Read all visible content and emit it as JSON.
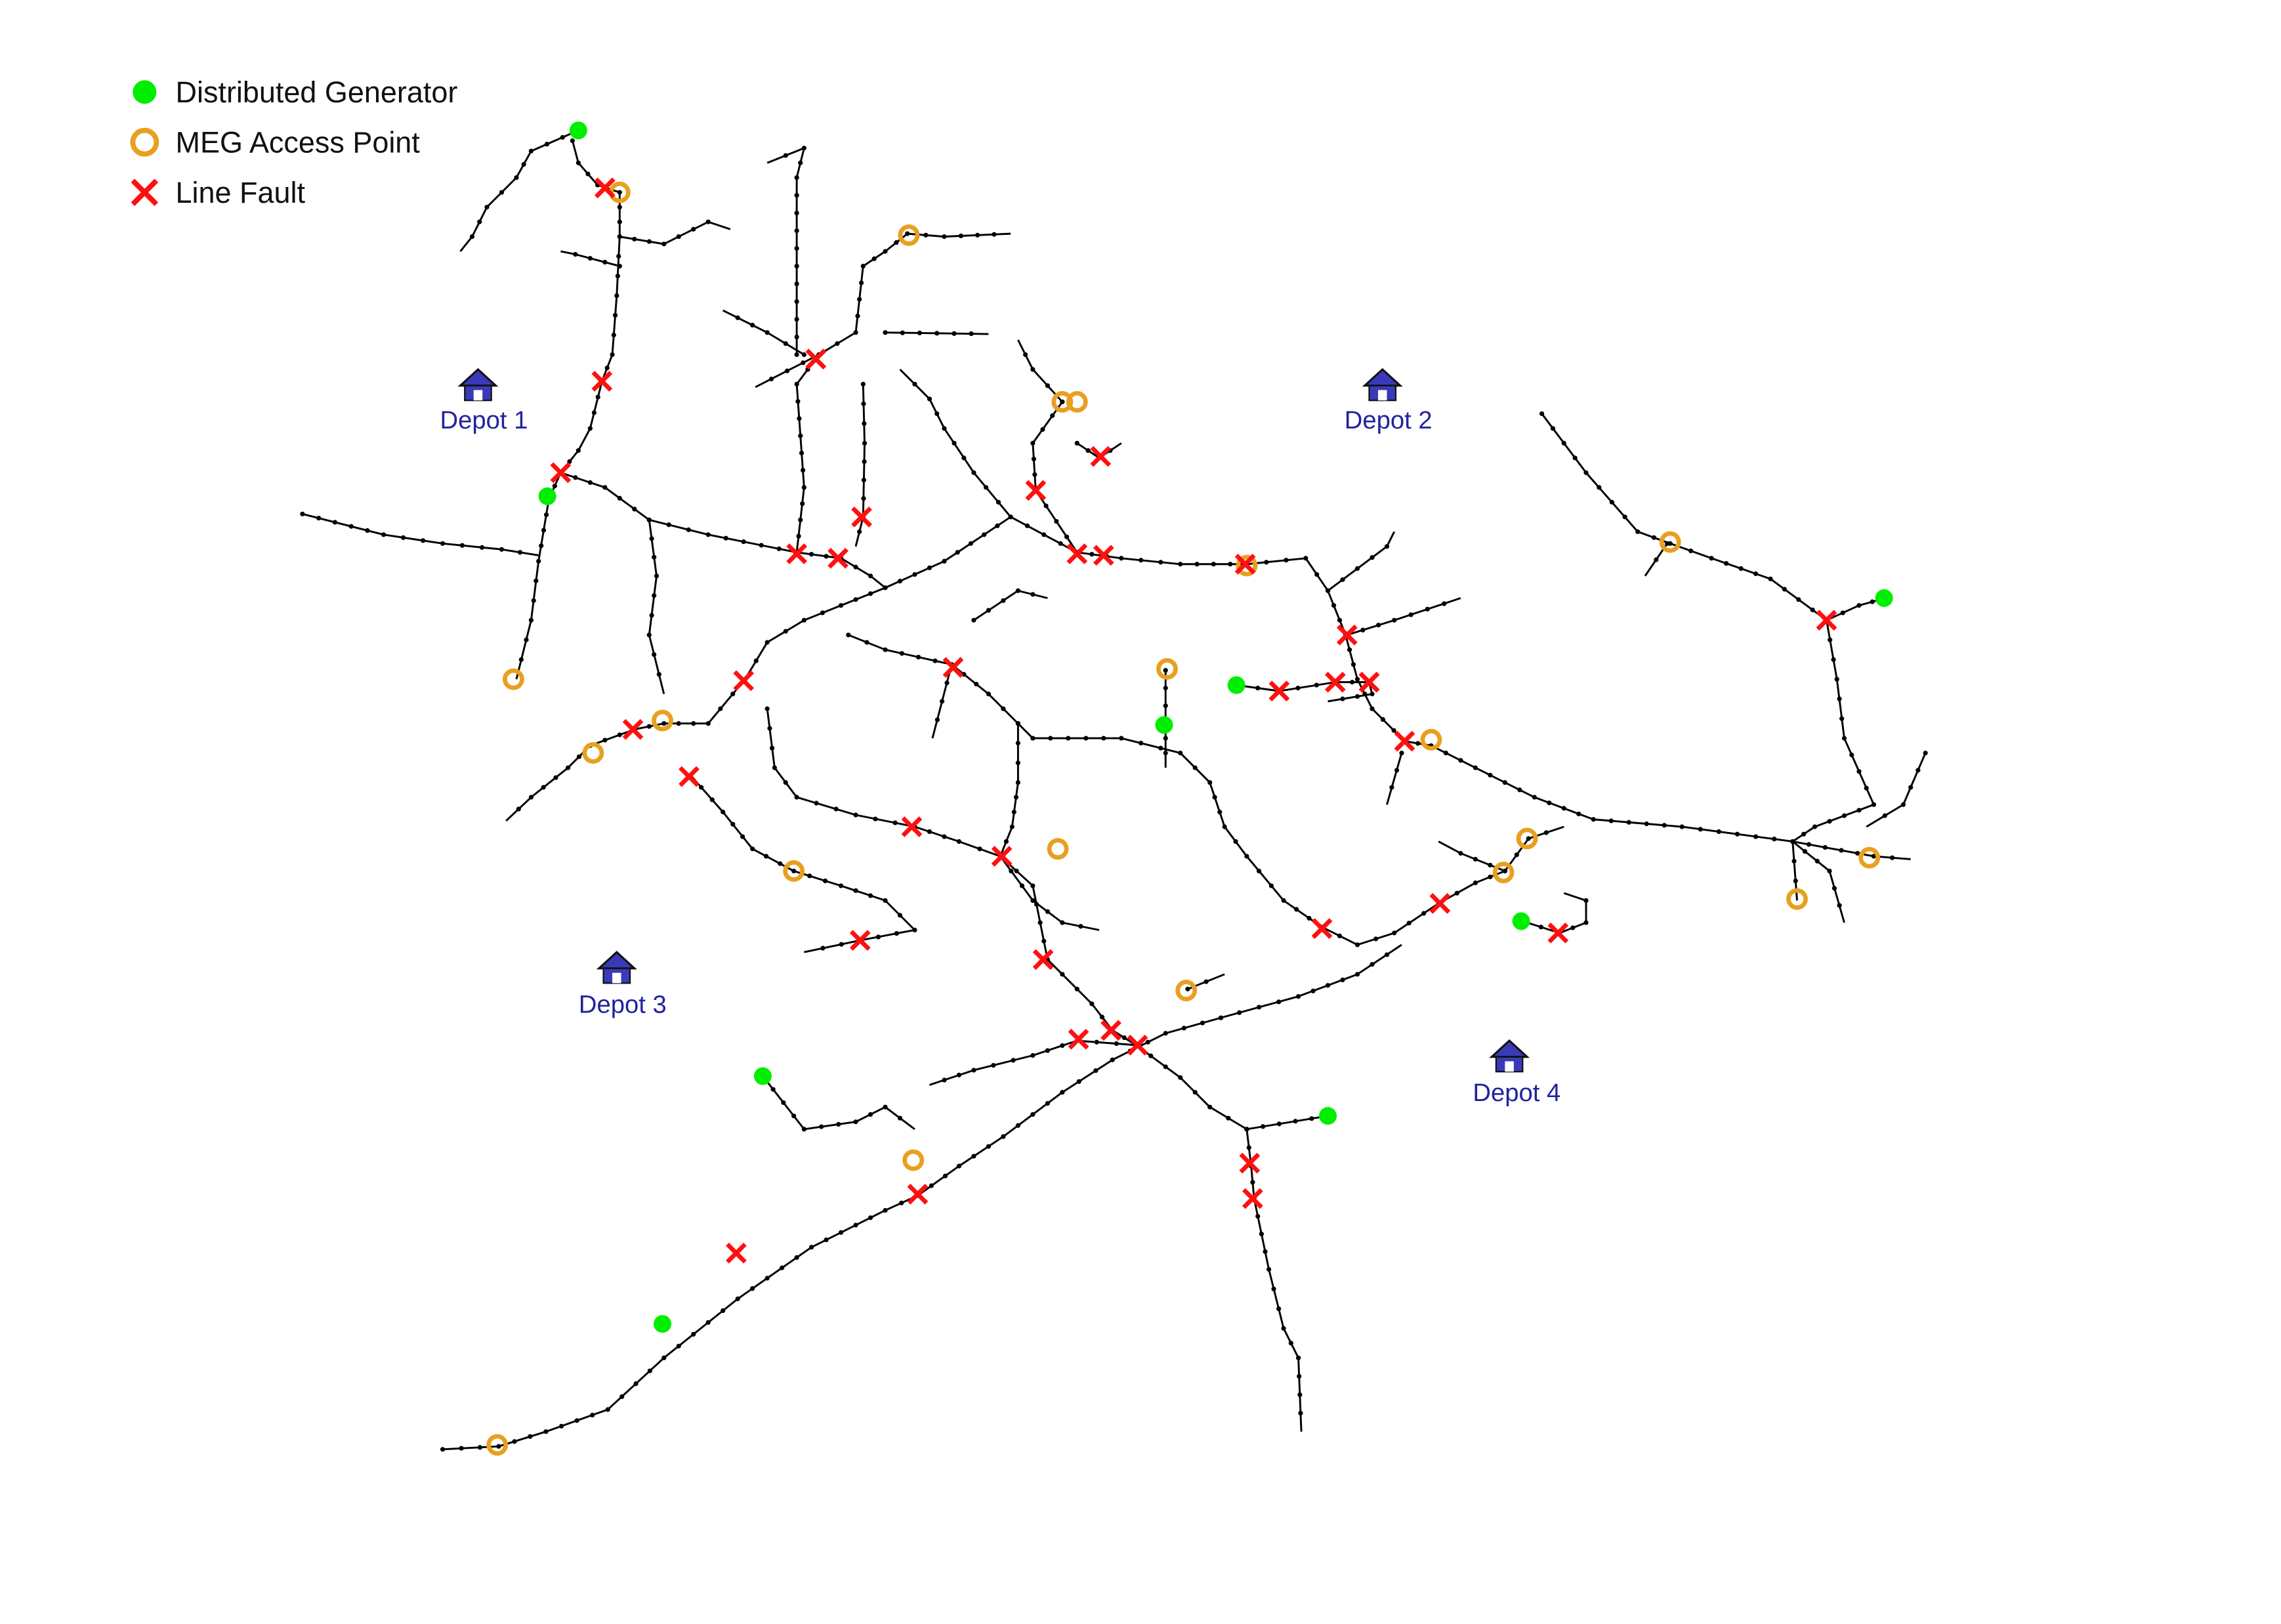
{
  "legend": {
    "generator": "Distributed Generator",
    "access_point": "MEG Access Point",
    "fault": "Line Fault"
  },
  "depots": [
    "Depot 1",
    "Depot 2",
    "Depot 3",
    "Depot 4"
  ],
  "colors": {
    "line": "#000000",
    "generator": "#00ee00",
    "access_point": "#e8a020",
    "fault": "#ff1010",
    "depot": "#3a3ab8",
    "depot_label": "#2222a0"
  },
  "icons": {
    "depot": "house-icon",
    "generator": "filled-circle-icon",
    "access_point": "ring-icon",
    "fault": "cross-icon"
  }
}
